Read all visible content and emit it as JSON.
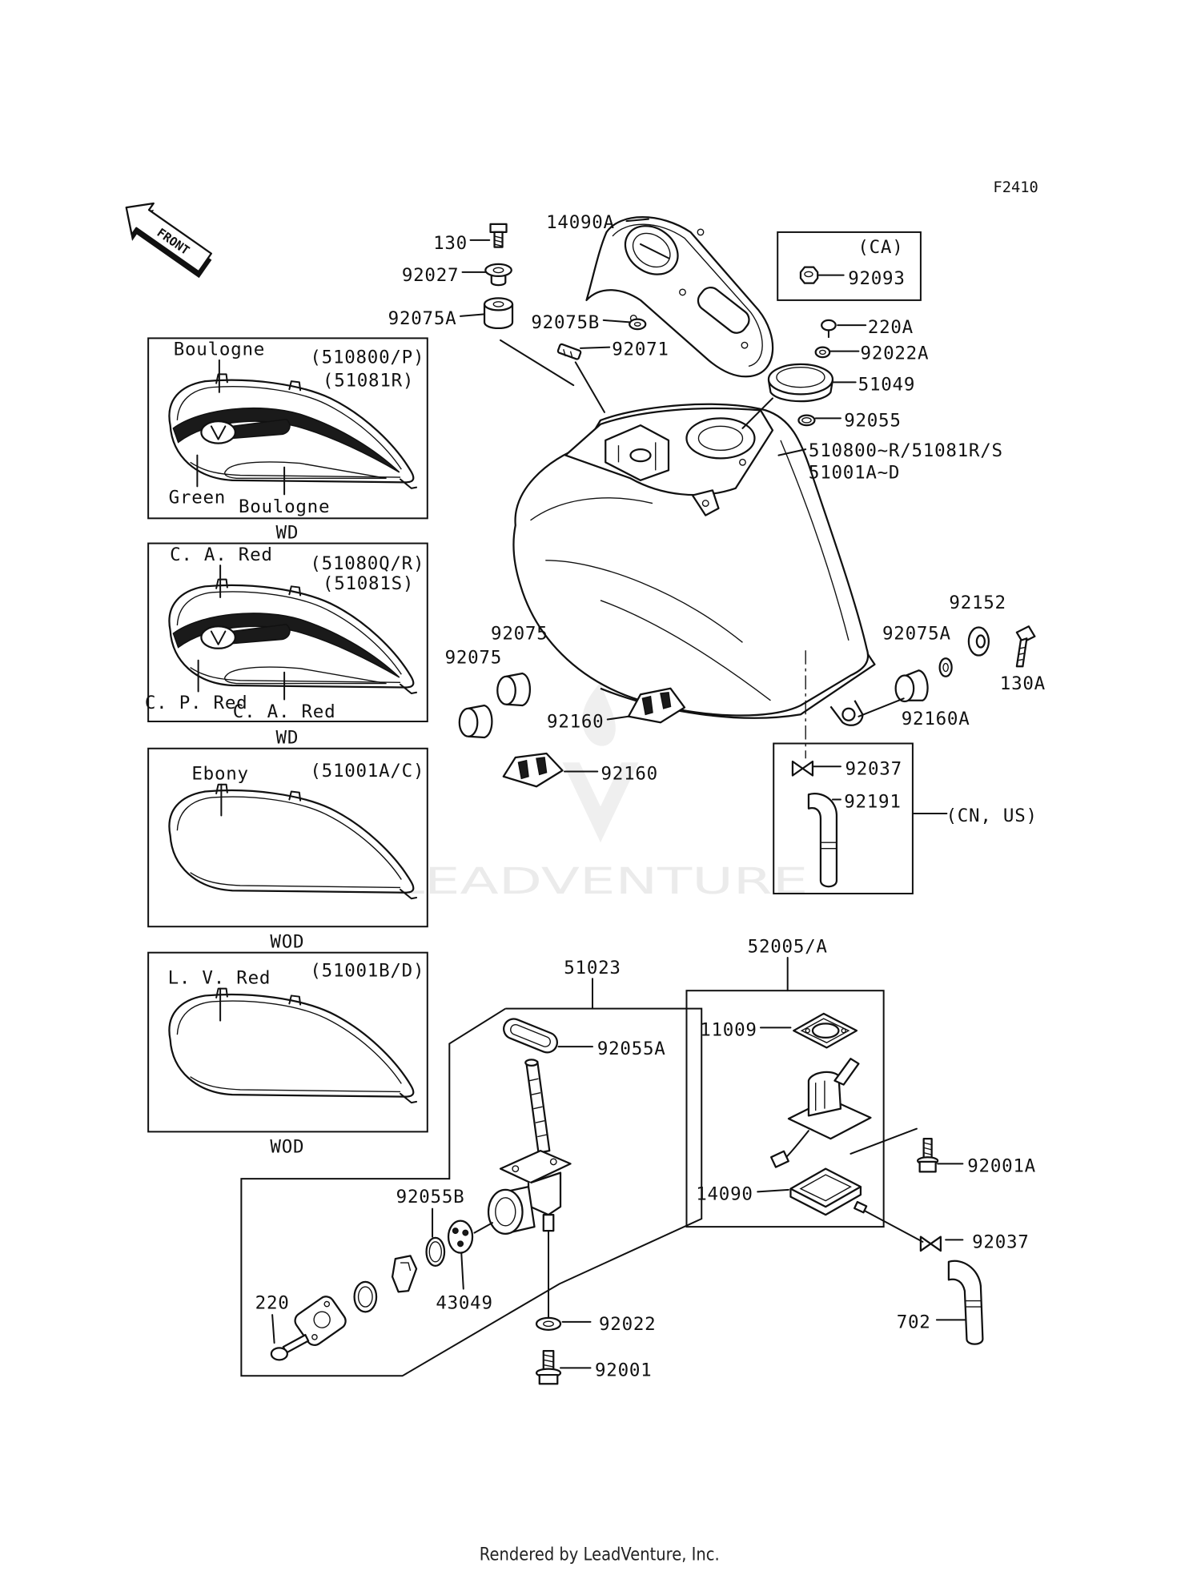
{
  "page": {
    "diagram_code": "F2410",
    "front_label": "FRONT",
    "footer": "Rendered by LeadVenture, Inc.",
    "watermark": "LEADVENTURE"
  },
  "region_notes": {
    "ca": "(CA)",
    "cn_us": "(CN, US)"
  },
  "color_variants": [
    {
      "top_label": "Boulogne",
      "model": "(510800/P)",
      "model_alt": "(51081R)",
      "lower_left": "Green",
      "lower_right": "Boulogne",
      "caption": "WD"
    },
    {
      "top_label": "C. A. Red",
      "model": "(51080Q/R)",
      "model_alt": "(51081S)",
      "lower_left": "C. P. Red",
      "lower_right": "C. A. Red",
      "caption": "WD"
    },
    {
      "top_label": "Ebony",
      "model": "(51001A/C)",
      "caption": "WOD"
    },
    {
      "top_label": "L. V. Red",
      "model": "(51001B/D)",
      "caption": "WOD"
    }
  ],
  "callouts": [
    "14090A",
    "130",
    "92027",
    "92075A",
    "92075B",
    "92071",
    "92093",
    "220A",
    "92022A",
    "51049",
    "92055",
    "510800~R/51081R/S",
    "51001A~D",
    "92075",
    "92075",
    "92160",
    "92160",
    "92152",
    "92075A",
    "130A",
    "92160A",
    "92037",
    "92191",
    "52005/A",
    "51023",
    "11009",
    "92055A",
    "92001A",
    "14090",
    "92055B",
    "92037",
    "220",
    "43049",
    "92022",
    "702",
    "92001"
  ]
}
